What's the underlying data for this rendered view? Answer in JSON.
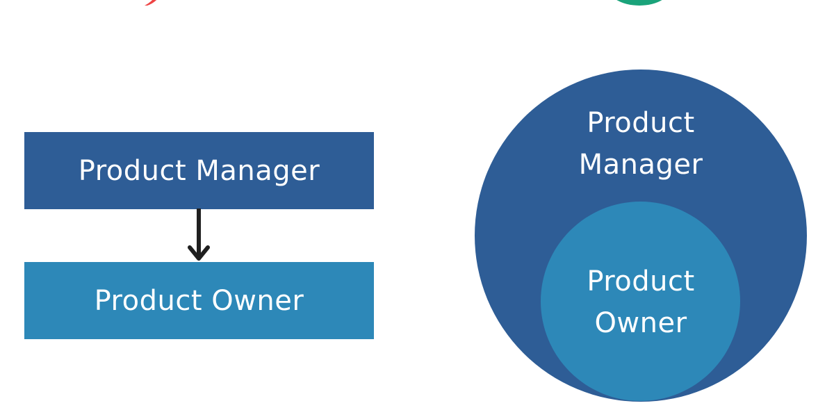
{
  "colors": {
    "background": "#ffffff",
    "product_manager": "#2e5d96",
    "product_owner": "#2d88b8",
    "arrow": "#1f1f1f",
    "deco_red": "#ee4444",
    "deco_green": "#1aa37a"
  },
  "flow": {
    "top_box": "Product Manager",
    "bottom_box": "Product Owner"
  },
  "venn": {
    "outer_line1": "Product",
    "outer_line2": "Manager",
    "inner_line1": "Product",
    "inner_line2": "Owner"
  },
  "icons": {
    "arrow": "down-arrow-icon",
    "deco_left": "red-mark-icon",
    "deco_right": "green-mark-icon"
  }
}
